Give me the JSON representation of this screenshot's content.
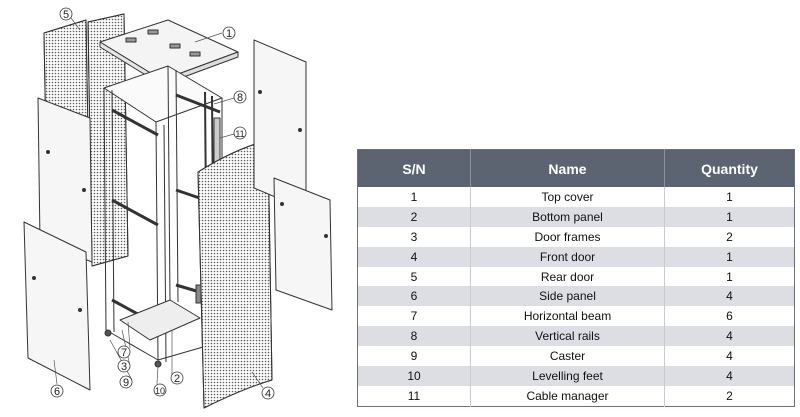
{
  "table": {
    "headers": {
      "sn": "S/N",
      "name": "Name",
      "qty": "Quantity"
    },
    "rows": [
      {
        "sn": "1",
        "name": "Top cover",
        "qty": "1"
      },
      {
        "sn": "2",
        "name": "Bottom panel",
        "qty": "1"
      },
      {
        "sn": "3",
        "name": "Door frames",
        "qty": "2"
      },
      {
        "sn": "4",
        "name": "Front door",
        "qty": "1"
      },
      {
        "sn": "5",
        "name": "Rear door",
        "qty": "1"
      },
      {
        "sn": "6",
        "name": "Side panel",
        "qty": "4"
      },
      {
        "sn": "7",
        "name": "Horizontal beam",
        "qty": "6"
      },
      {
        "sn": "8",
        "name": "Vertical rails",
        "qty": "4"
      },
      {
        "sn": "9",
        "name": "Caster",
        "qty": "4"
      },
      {
        "sn": "10",
        "name": "Levelling feet",
        "qty": "4"
      },
      {
        "sn": "11",
        "name": "Cable manager",
        "qty": "2"
      }
    ]
  },
  "callouts": {
    "c1": "1",
    "c2": "2",
    "c3": "3",
    "c4": "4",
    "c5": "5",
    "c6": "6",
    "c7": "7",
    "c8": "8",
    "c9": "9",
    "c10": "10",
    "c11": "11"
  },
  "colors": {
    "header_bg": "#5b6470",
    "stripe": "#dcdee3",
    "line": "#333333"
  }
}
